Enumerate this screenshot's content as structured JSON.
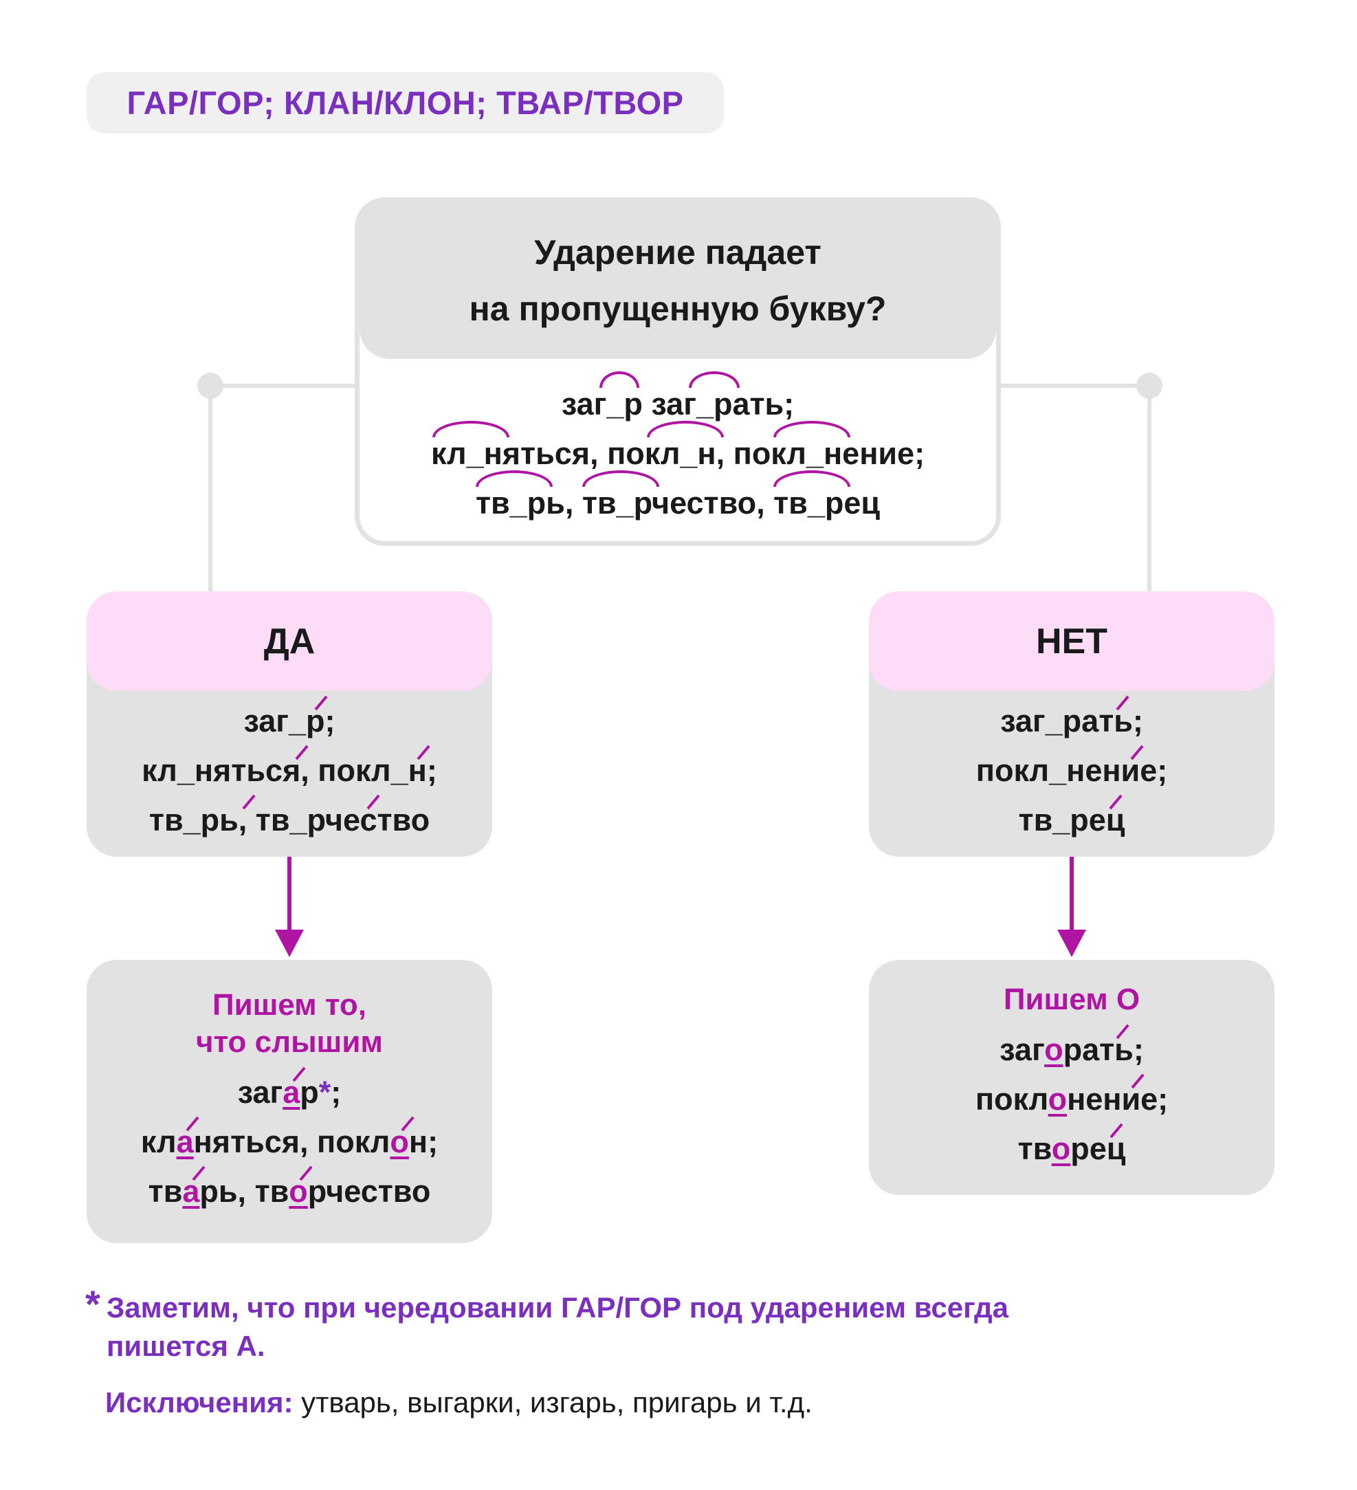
{
  "title": "ГАР/ГОР; КЛАН/КЛОН; ТВАР/ТВОР",
  "question": {
    "line1": "Ударение падает",
    "line2": "на пропущенную букву?",
    "examples": {
      "l1": [
        "заг_р",
        "заг_рать;"
      ],
      "l2": [
        "кл_няться,",
        "покл_н,",
        "покл_нение;"
      ],
      "l3": [
        "тв_рь,",
        "тв_рчество,",
        "тв_рец"
      ]
    }
  },
  "yes": {
    "label": "ДА",
    "l1": {
      "a": "заг",
      "b": "_р;"
    },
    "l2": {
      "a": "кл",
      "b": "_няться, покл",
      "c": "_н;"
    },
    "l3": {
      "a": "тв",
      "b": "_рь, тв",
      "c": "_рчество"
    }
  },
  "no": {
    "label": "НЕТ",
    "l1": {
      "a": "заг_р",
      "b": "ать;"
    },
    "l2": {
      "a": "покл_н",
      "b": "ение;"
    },
    "l3": {
      "a": "тв_р",
      "b": "ец"
    }
  },
  "result_yes": {
    "title1": "Пишем то,",
    "title2": "что слышим",
    "l1": {
      "a": "заг",
      "v": "а",
      "b": "р",
      "star": "*",
      "c": ";"
    },
    "l2": {
      "a": "кл",
      "v": "а",
      "b": "няться, покл",
      "v2": "о",
      "c": "н;"
    },
    "l3": {
      "a": "тв",
      "v": "а",
      "b": "рь, тв",
      "v2": "о",
      "c": "рчество"
    }
  },
  "result_no": {
    "title": "Пишем О",
    "l1": {
      "a": "заг",
      "v": "о",
      "b": "р",
      "c": "ать;"
    },
    "l2": {
      "a": "покл",
      "v": "о",
      "b": "н",
      "c": "ение;"
    },
    "l3": {
      "a": "тв",
      "v": "о",
      "b": "р",
      "c": "ец"
    }
  },
  "footnote": {
    "star": "*",
    "text": "Заметим, что при чередовании ГАР/ГОР под ударением всегда пишется А.",
    "exceptions_label": "Исключения:",
    "exceptions_text": " утварь, выгарки, изгарь, пригарь и т.д."
  },
  "colors": {
    "accent_magenta": "#b014a3",
    "accent_purple": "#7b2fbe",
    "box_gray": "#e2e2e2",
    "box_pink": "#fcdcf6"
  }
}
